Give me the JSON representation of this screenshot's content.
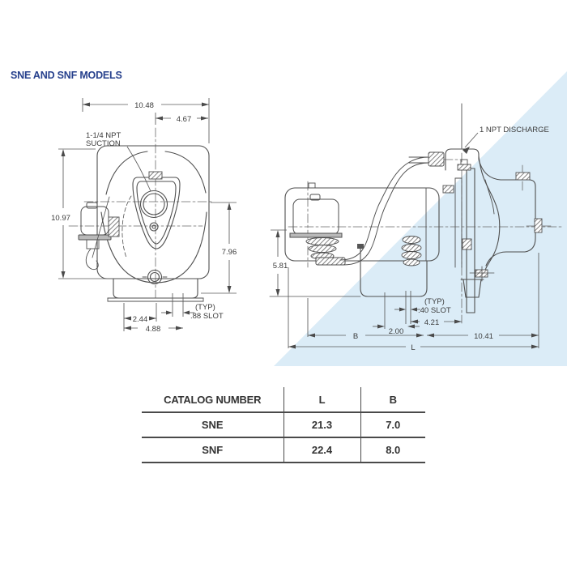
{
  "title": "SNE AND SNF MODELS",
  "colors": {
    "accent_blue": "#27418d",
    "watermark_blue": "#dbecf7",
    "line_gray": "#4f4f4f",
    "text_gray": "#3c3c3c"
  },
  "front_view": {
    "width_overall": "10.48",
    "width_center_to_edge": "4.67",
    "suction_label_line1": "1-1/4 NPT",
    "suction_label_line2": "SUCTION",
    "height_overall": "10.97",
    "height_center_to_base": "7.96",
    "slot_offset": "2.44",
    "slot_span": "4.88",
    "slot_typ": "(TYP)",
    "slot_size": ".88 SLOT"
  },
  "side_view": {
    "discharge_label": "1 NPT DISCHARGE",
    "height_center_to_base": "5.81",
    "slot_typ": "(TYP)",
    "slot_size": ".40 SLOT",
    "hole_offset": "2.00",
    "slot_to_discharge": "4.21",
    "discharge_to_end": "10.41",
    "dim_b_label": "B",
    "dim_l_label": "L"
  },
  "table": {
    "headers": [
      "CATALOG NUMBER",
      "L",
      "B"
    ],
    "rows": [
      [
        "SNE",
        "21.3",
        "7.0"
      ],
      [
        "SNF",
        "22.4",
        "8.0"
      ]
    ]
  }
}
